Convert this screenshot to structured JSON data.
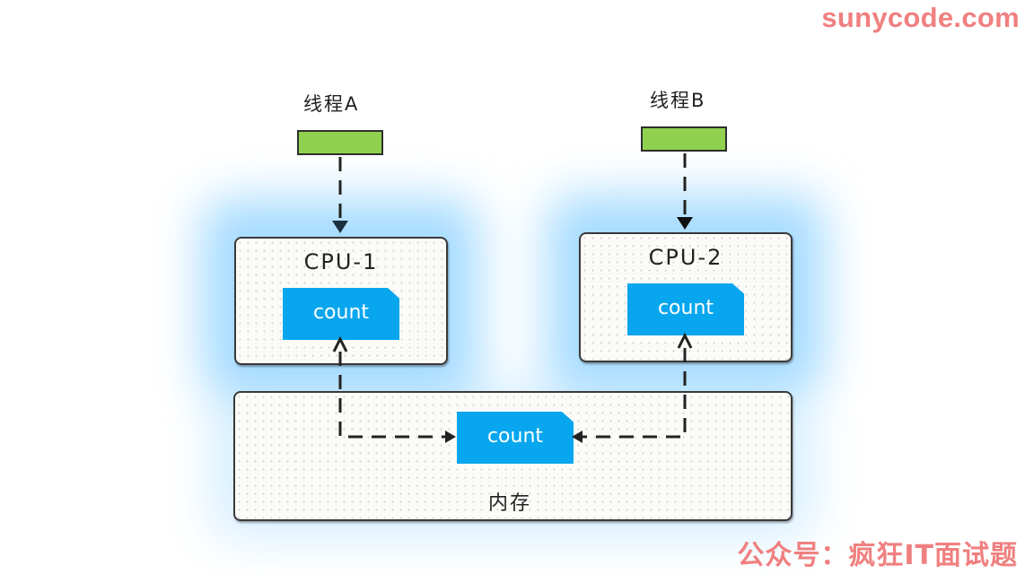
{
  "watermark": {
    "top": "sunycode.com",
    "bottom": "公众号：疯狂IT面试题"
  },
  "threads": [
    {
      "label": "线程A"
    },
    {
      "label": "线程B"
    }
  ],
  "cpus": [
    {
      "title": "CPU-1",
      "variable": "count"
    },
    {
      "title": "CPU-2",
      "variable": "count"
    }
  ],
  "memory": {
    "label": "内存",
    "variable": "count"
  },
  "colors": {
    "thread_bar": "#8fd14f",
    "count_tag": "#08a6ee",
    "glow": "#5abeff",
    "watermark": "#f08080"
  }
}
